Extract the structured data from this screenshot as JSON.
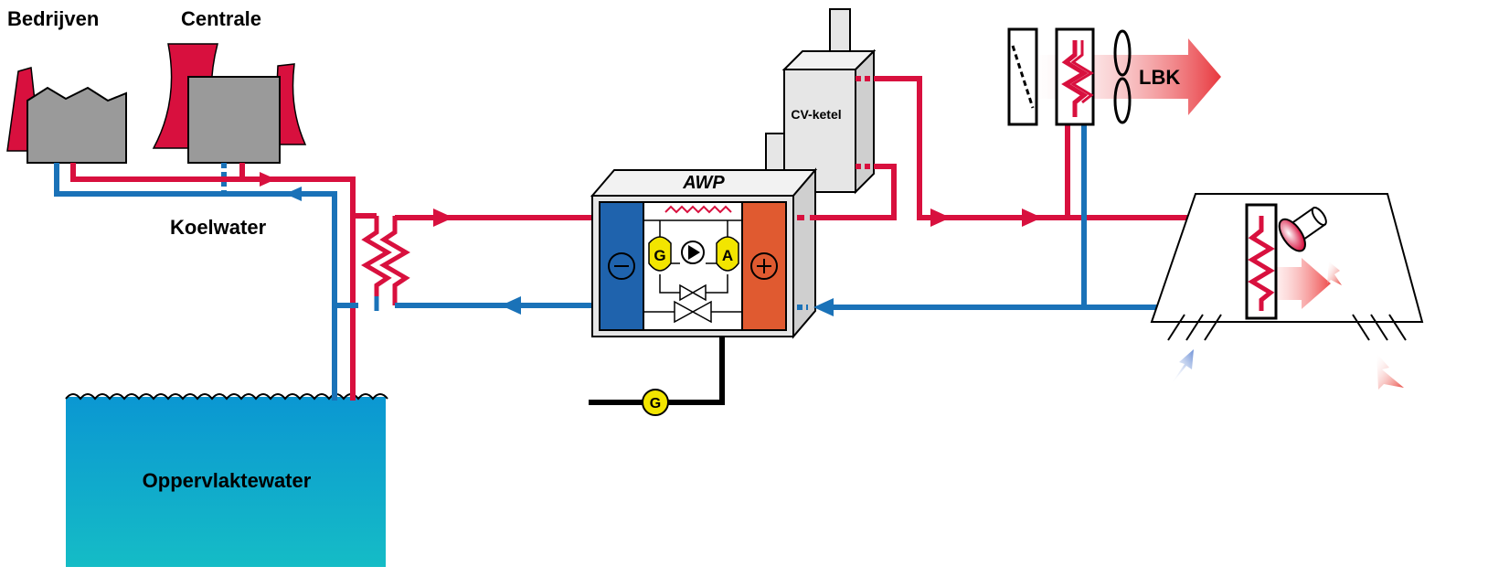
{
  "labels": {
    "bedrijven": "Bedrijven",
    "centrale": "Centrale",
    "koelwater": "Koelwater",
    "oppervlaktewater": "Oppervlaktewater",
    "awp": "AWP",
    "cv_ketel": "CV-ketel",
    "lbk": "LBK",
    "g_left": "G",
    "a_right": "A",
    "g_bottom": "G"
  },
  "colors": {
    "hot": "#d8103e",
    "cold": "#1a72b8",
    "water_top": "#0e9ed3",
    "water_bottom": "#18b8c8",
    "plant_red": "#d8103e",
    "plant_grey": "#9a9a9a",
    "evaporator": "#1f63ad",
    "condenser": "#e05a30",
    "yellow": "#f2e500",
    "box_grey": "#e6e6e6"
  }
}
